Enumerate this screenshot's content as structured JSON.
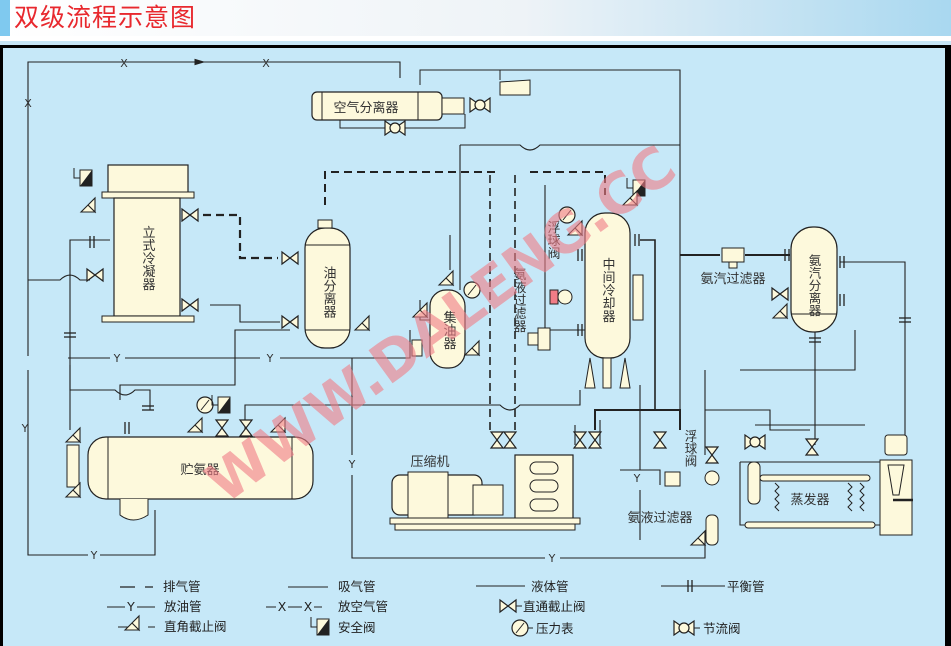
{
  "header": {
    "title": "双级流程示意图"
  },
  "colors": {
    "title": "#e8282e",
    "panel": "#c6e8f8",
    "equipment_fill": "#fdf9dc",
    "line": "#222222",
    "watermark": "#f07c86"
  },
  "equipment": {
    "air_separator": "空气分离器",
    "vertical_condenser": "立式冷凝器",
    "oil_separator": "油分离器",
    "oil_collector": "集油器",
    "ammonia_liquid_filter_upper": "氨液过滤器",
    "float_valve_upper": "浮球阀",
    "intercooler": "中间冷却器",
    "ammonia_vapor_filter": "氨汽过滤器",
    "ammonia_vapor_separator": "氨汽分离器",
    "receiver": "贮氨器",
    "compressor": "压缩机",
    "float_valve_lower": "浮球阀",
    "ammonia_liquid_filter_lower": "氨液过滤器",
    "evaporator": "蒸发器"
  },
  "pipe_marks": {
    "air": "X",
    "oil": "Y"
  },
  "legend": [
    {
      "symbol": "dashed-line",
      "label": "排气管"
    },
    {
      "symbol": "thin-line",
      "label": "吸气管"
    },
    {
      "symbol": "solid-line",
      "label": "液体管"
    },
    {
      "symbol": "balance-line",
      "label": "平衡管"
    },
    {
      "symbol": "oil-line",
      "label": "放油管",
      "mark": "Y"
    },
    {
      "symbol": "air-line",
      "label": "放空气管",
      "mark": "X"
    },
    {
      "symbol": "globe-valve-icon",
      "label": "直通截止阀"
    },
    {
      "symbol": "angle-valve-icon",
      "label": "直角截止阀"
    },
    {
      "symbol": "safety-valve-icon",
      "label": "安全阀"
    },
    {
      "symbol": "pressure-gauge-icon",
      "label": "压力表"
    },
    {
      "symbol": "throttle-valve-icon",
      "label": "节流阀"
    }
  ],
  "watermark": "WWW.DALENG.CC"
}
